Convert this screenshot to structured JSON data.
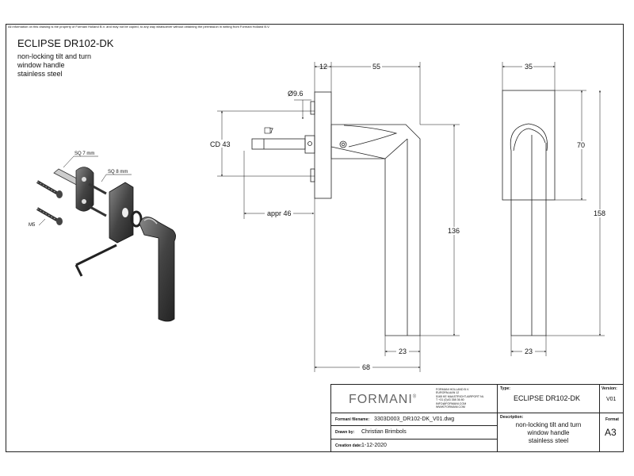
{
  "disclaimer": "All information on this drawing is the property of Formani Holland B.V. and may not be copied, to any way whatsoever without obtaining the permission in writing from Formani Holland B.V.",
  "header": {
    "title": "ECLIPSE DR102-DK",
    "subtitle": "non-locking tilt and turn\nwindow handle\nstainless steel"
  },
  "exploded_labels": {
    "sq7": "SQ 7 mm",
    "sq8": "SQ 8 mm",
    "m5": "M5"
  },
  "dimensions": {
    "d12": "12",
    "d55": "55",
    "d35": "35",
    "dia": "Ø9.6",
    "sq": "7",
    "cd": "CD 43",
    "appr": "appr 46",
    "d70": "70",
    "d136": "136",
    "d158": "158",
    "d23a": "23",
    "d23b": "23",
    "d68": "68"
  },
  "title_block": {
    "logo": "FORMANI",
    "logo_mark": "®",
    "address": "FORMANI HOLLAND B.V.\nEUROPALAAN 12\n5165 KE MAASTRICHT-AIRPORT NL\nT +31 (0)43 358 36 80\nINFO@FORMANI.COM\nWWW.FORMANI.COM",
    "type_label": "Type:",
    "type_value": "ECLIPSE DR102-DK",
    "version_label": "Version:",
    "version_value": "V01",
    "filename_label": "Formani filename:",
    "filename_value": "3303D003_DR102-DK_V01.dwg",
    "description_label": "Description:",
    "description_value": "non-locking tilt and turn\nwindow handle\nstainless steel",
    "format_label": "Format",
    "format_value": "A3",
    "drawn_label": "Drawn by:",
    "drawn_value": "Christian Brimbols",
    "date_label": "Creation date:",
    "date_value": "1-12-2020"
  }
}
